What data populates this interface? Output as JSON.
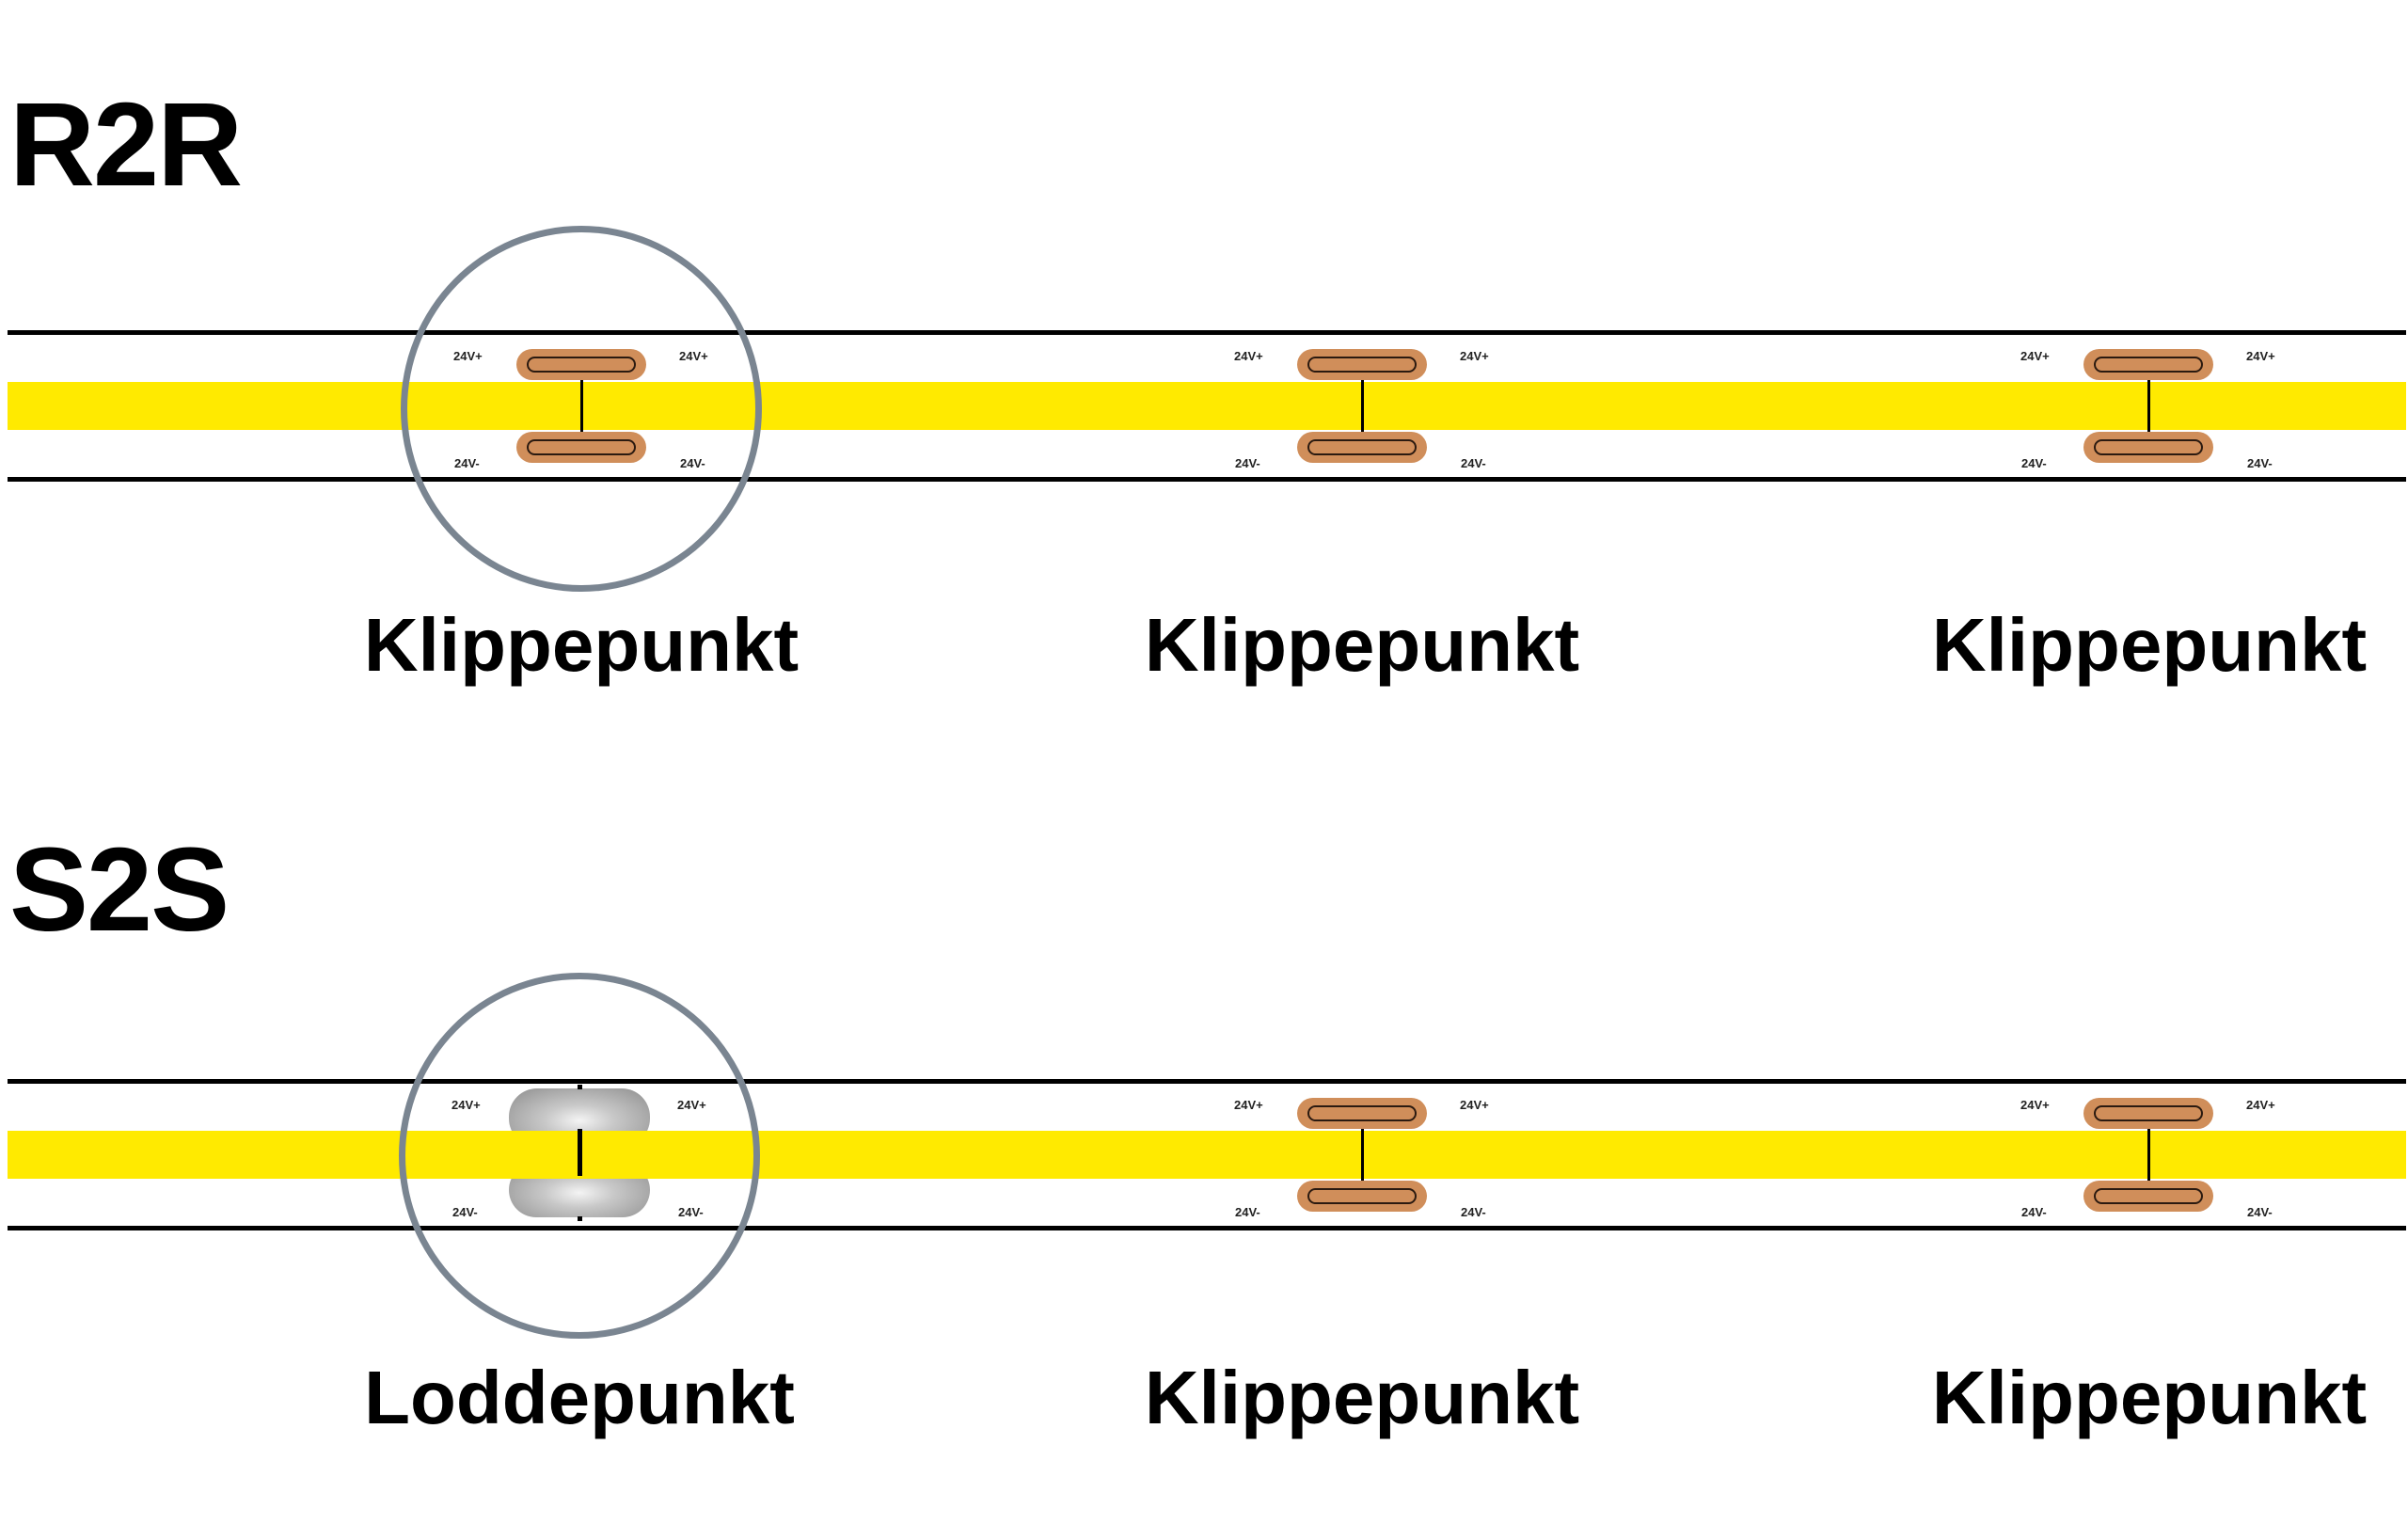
{
  "sections": [
    {
      "id": "r2r",
      "title": "R2R",
      "strip": {
        "led_color": "#ffea00",
        "edge_color": "#000000",
        "points": [
          {
            "type": "cut",
            "label": "Klippepunkt",
            "highlighted": true,
            "voltage_labels": {
              "top_left": "24V+",
              "top_right": "24V+",
              "bottom_left": "24V-",
              "bottom_right": "24V-"
            }
          },
          {
            "type": "cut",
            "label": "Klippepunkt",
            "highlighted": false,
            "voltage_labels": {
              "top_left": "24V+",
              "top_right": "24V+",
              "bottom_left": "24V-",
              "bottom_right": "24V-"
            }
          },
          {
            "type": "cut",
            "label": "Klippepunkt",
            "highlighted": false,
            "voltage_labels": {
              "top_left": "24V+",
              "top_right": "24V+",
              "bottom_left": "24V-",
              "bottom_right": "24V-"
            }
          }
        ]
      }
    },
    {
      "id": "s2s",
      "title": "S2S",
      "strip": {
        "led_color": "#ffea00",
        "edge_color": "#000000",
        "points": [
          {
            "type": "solder",
            "label": "Loddepunkt",
            "highlighted": true,
            "voltage_labels": {
              "top_left": "24V+",
              "top_right": "24V+",
              "bottom_left": "24V-",
              "bottom_right": "24V-"
            }
          },
          {
            "type": "cut",
            "label": "Klippepunkt",
            "highlighted": false,
            "voltage_labels": {
              "top_left": "24V+",
              "top_right": "24V+",
              "bottom_left": "24V-",
              "bottom_right": "24V-"
            }
          },
          {
            "type": "cut",
            "label": "Klippepunkt",
            "highlighted": false,
            "voltage_labels": {
              "top_left": "24V+",
              "top_right": "24V+",
              "bottom_left": "24V-",
              "bottom_right": "24V-"
            }
          }
        ]
      }
    }
  ],
  "colors": {
    "pad_copper": "#d08e5a",
    "highlight_circle": "#7a8591",
    "led": "#ffea00"
  }
}
